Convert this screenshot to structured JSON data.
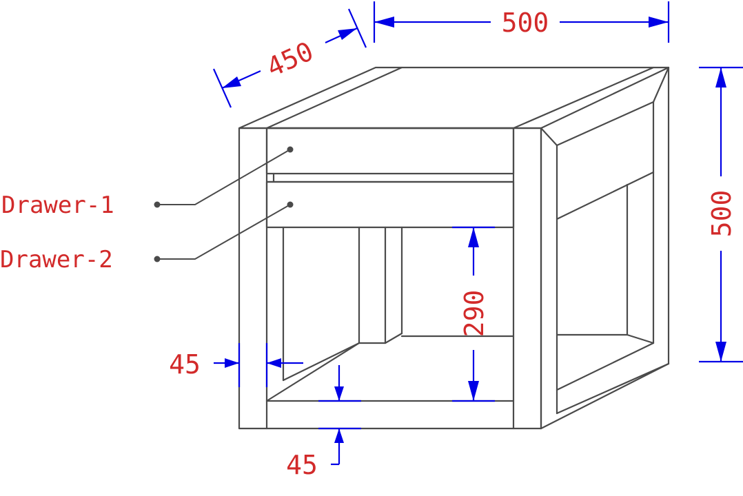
{
  "labels": {
    "drawer1": "Drawer-1",
    "drawer2": "Drawer-2"
  },
  "dimensions": {
    "width": "500",
    "depth": "450",
    "height": "500",
    "clearance": "290",
    "side_rail": "45",
    "bottom_rail": "45"
  },
  "colors": {
    "outline": "#4a4a4a",
    "dimension_line": "#0000e6",
    "dimension_text": "#d22a2a"
  }
}
